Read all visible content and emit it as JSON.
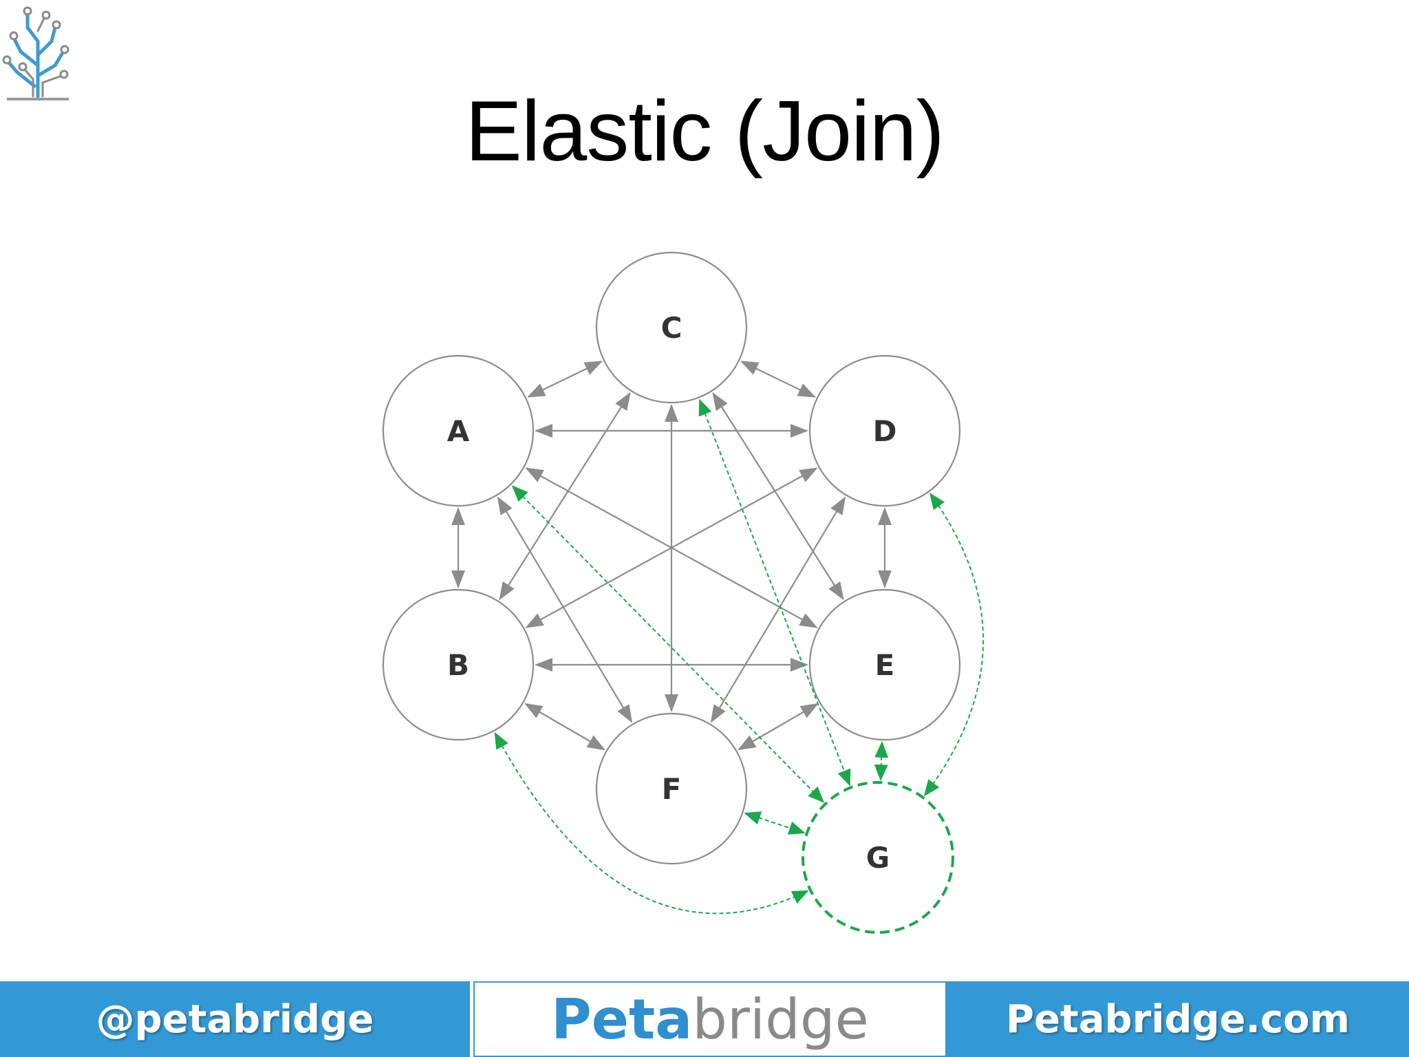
{
  "title": "Elastic (Join)",
  "nodes": [
    {
      "id": "A",
      "label": "A",
      "joining": false
    },
    {
      "id": "B",
      "label": "B",
      "joining": false
    },
    {
      "id": "C",
      "label": "C",
      "joining": false
    },
    {
      "id": "D",
      "label": "D",
      "joining": false
    },
    {
      "id": "E",
      "label": "E",
      "joining": false
    },
    {
      "id": "F",
      "label": "F",
      "joining": false
    },
    {
      "id": "G",
      "label": "G",
      "joining": true
    }
  ],
  "edges": [
    {
      "from": "A",
      "to": "C",
      "style": "existing"
    },
    {
      "from": "A",
      "to": "D",
      "style": "existing"
    },
    {
      "from": "A",
      "to": "B",
      "style": "existing"
    },
    {
      "from": "A",
      "to": "E",
      "style": "existing"
    },
    {
      "from": "A",
      "to": "F",
      "style": "existing"
    },
    {
      "from": "C",
      "to": "D",
      "style": "existing"
    },
    {
      "from": "C",
      "to": "B",
      "style": "existing"
    },
    {
      "from": "C",
      "to": "F",
      "style": "existing"
    },
    {
      "from": "C",
      "to": "E",
      "style": "existing"
    },
    {
      "from": "D",
      "to": "B",
      "style": "existing"
    },
    {
      "from": "D",
      "to": "E",
      "style": "existing"
    },
    {
      "from": "D",
      "to": "F",
      "style": "existing"
    },
    {
      "from": "B",
      "to": "E",
      "style": "existing"
    },
    {
      "from": "B",
      "to": "F",
      "style": "existing"
    },
    {
      "from": "E",
      "to": "F",
      "style": "existing"
    },
    {
      "from": "A",
      "to": "G",
      "style": "new"
    },
    {
      "from": "C",
      "to": "G",
      "style": "new"
    },
    {
      "from": "E",
      "to": "G",
      "style": "new"
    },
    {
      "from": "F",
      "to": "G",
      "style": "new"
    },
    {
      "from": "D",
      "to": "G",
      "style": "new",
      "curved": true
    },
    {
      "from": "B",
      "to": "G",
      "style": "new",
      "curved": true
    }
  ],
  "colors": {
    "existing_edge": "#8c8c8c",
    "new_edge": "#1aa84a",
    "node_stroke": "#8c8c8c",
    "joining_node_stroke": "#1aa84a",
    "footer_blue": "#3399d6"
  },
  "logo": {
    "icon": "circuit-tree-logo-icon"
  },
  "footer": {
    "left_text": "@petabridge",
    "brand_bold": "Peta",
    "brand_light": "bridge",
    "right_text": "Petabridge.com"
  }
}
